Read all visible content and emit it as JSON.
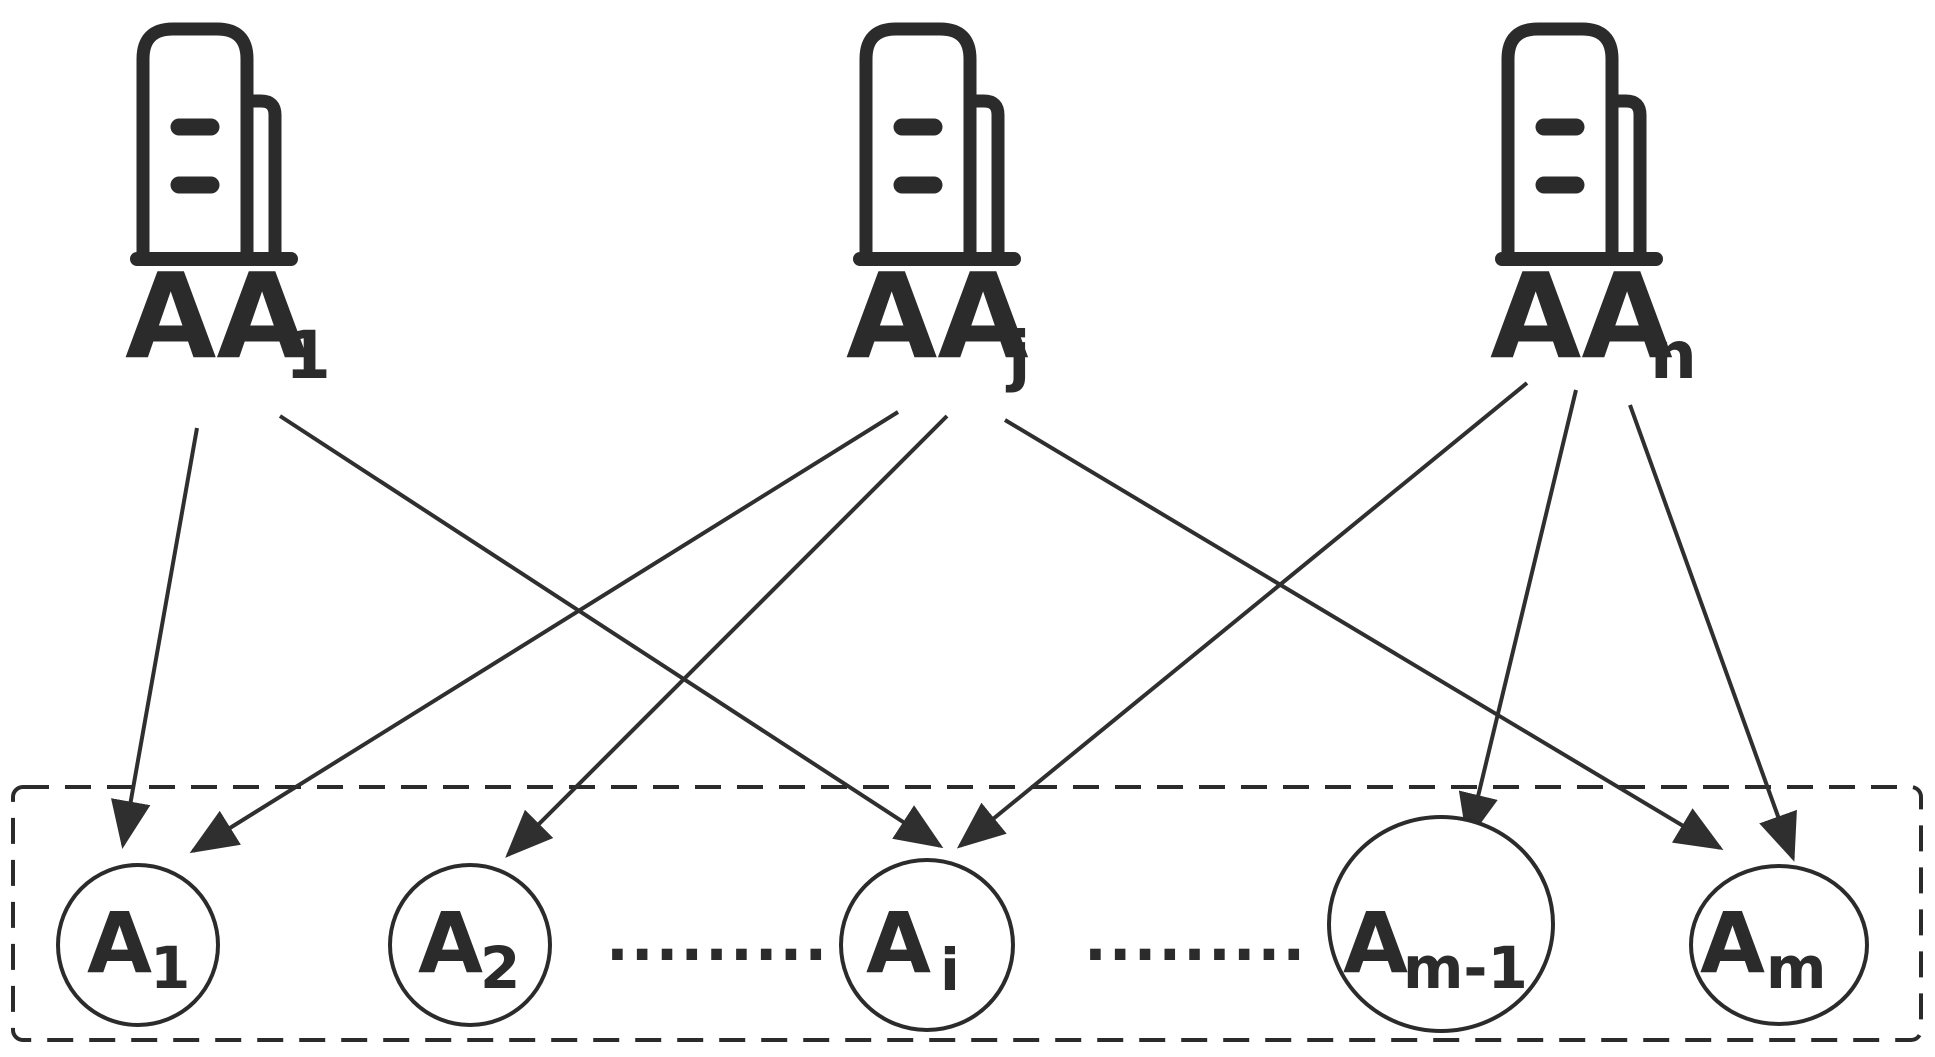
{
  "colors": {
    "ink": "#2b2b2b",
    "background": "#ffffff"
  },
  "authorities": [
    {
      "id": "aa1",
      "label": "AA",
      "sub": "1",
      "icon": "building-icon"
    },
    {
      "id": "aaj",
      "label": "AA",
      "sub": "j",
      "icon": "building-icon"
    },
    {
      "id": "aan",
      "label": "AA",
      "sub": "n",
      "icon": "building-icon"
    }
  ],
  "attributes": [
    {
      "id": "a1",
      "label": "A",
      "sub": "1"
    },
    {
      "id": "a2",
      "label": "A",
      "sub": "2"
    },
    {
      "id": "ai",
      "label": "A",
      "sub": "i"
    },
    {
      "id": "am1",
      "label": "A",
      "sub": "m-1"
    },
    {
      "id": "am",
      "label": "A",
      "sub": "m"
    }
  ],
  "ellipsis": [
    ".........",
    "........."
  ],
  "edges": [
    {
      "from": "aa1",
      "to": "a1"
    },
    {
      "from": "aa1",
      "to": "ai"
    },
    {
      "from": "aaj",
      "to": "a1"
    },
    {
      "from": "aaj",
      "to": "a2"
    },
    {
      "from": "aaj",
      "to": "am"
    },
    {
      "from": "aan",
      "to": "ai"
    },
    {
      "from": "aan",
      "to": "am1"
    },
    {
      "from": "aan",
      "to": "am"
    }
  ]
}
